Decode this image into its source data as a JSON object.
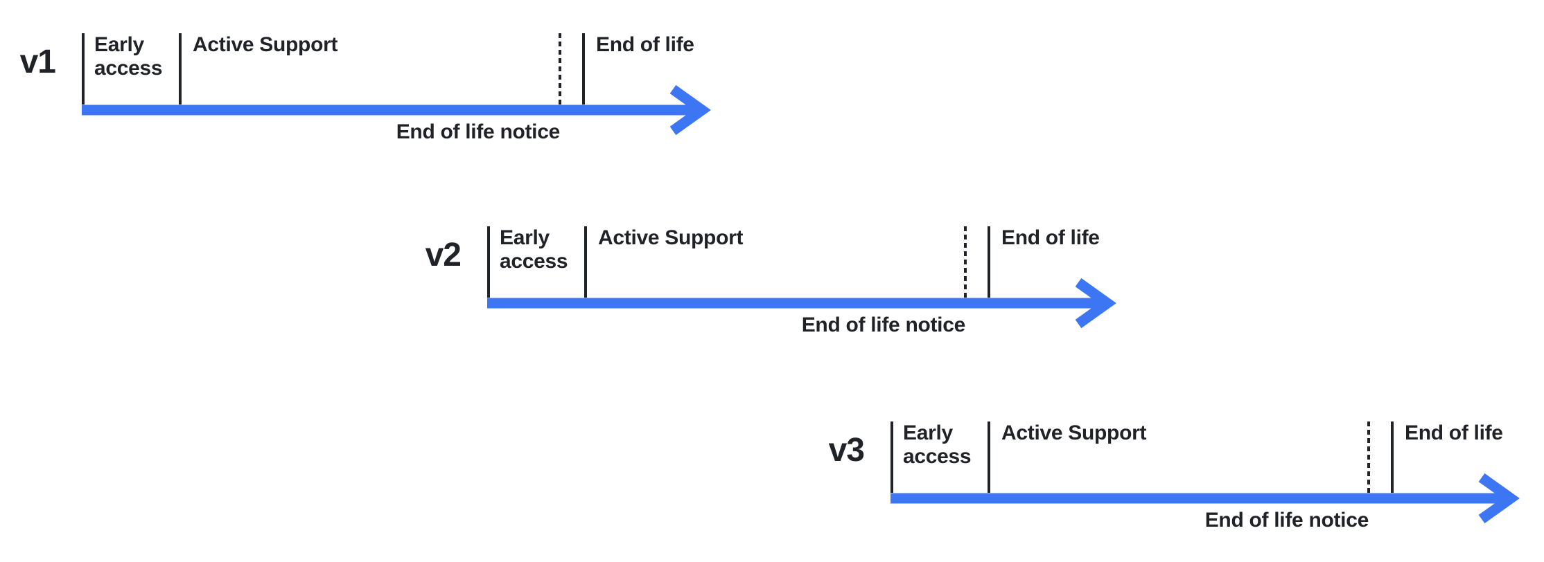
{
  "diagram": {
    "type": "release-lifecycle-timelines",
    "colors": {
      "arrow": "#3d76f2",
      "text": "#1f2227",
      "line": "#1f2227"
    },
    "timelines": [
      {
        "version": "v1",
        "phases": {
          "early_access": "Early access",
          "active_support": "Active Support",
          "end_of_life": "End of life",
          "end_of_life_notice": "End of life notice"
        }
      },
      {
        "version": "v2",
        "phases": {
          "early_access": "Early access",
          "active_support": "Active Support",
          "end_of_life": "End of life",
          "end_of_life_notice": "End of life notice"
        }
      },
      {
        "version": "v3",
        "phases": {
          "early_access": "Early access",
          "active_support": "Active Support",
          "end_of_life": "End of life",
          "end_of_life_notice": "End of life notice"
        }
      }
    ]
  }
}
